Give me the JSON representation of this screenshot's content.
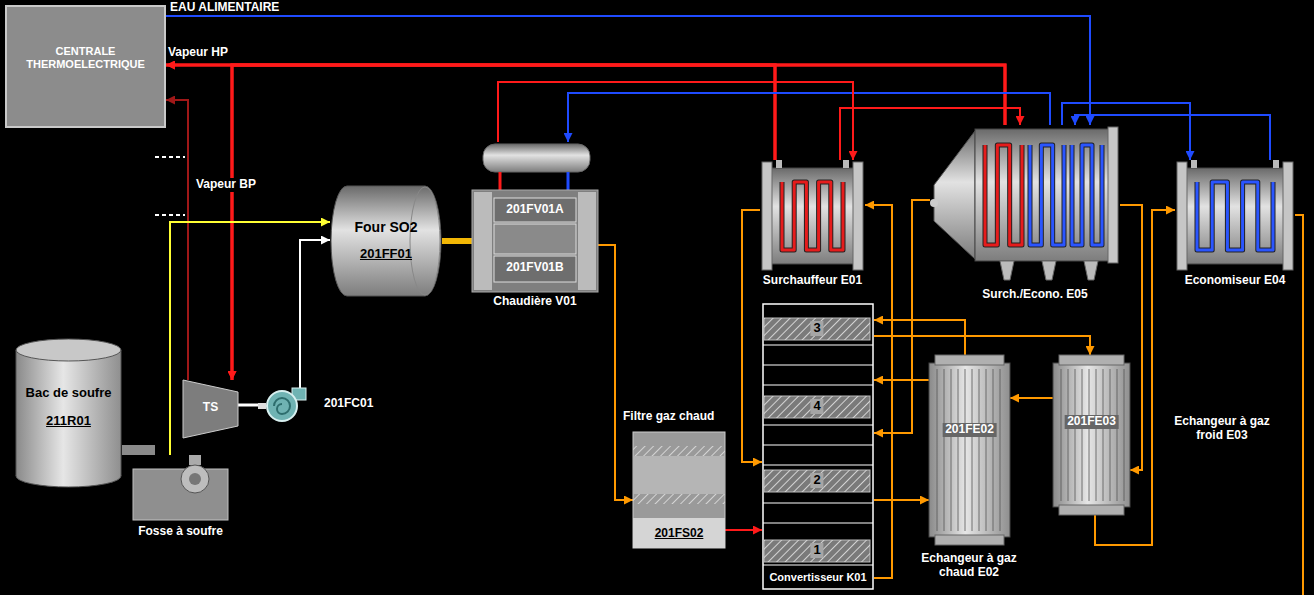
{
  "diagram": {
    "nodes": [
      {
        "text": [
          "CENTRALE THERMOELECTRIQUE"
        ]
      },
      {
        "text": [
          "Four SO2",
          "201FF01"
        ]
      },
      {
        "text": [
          "201FV01A",
          "201FV01B",
          "Chaudière V01"
        ]
      },
      {
        "text": [
          "Surchauffeur E01"
        ]
      },
      {
        "text": [
          "Surch./Econo. E05"
        ]
      },
      {
        "text": [
          "Economiseur E04"
        ]
      },
      {
        "text": [
          "Bac de soufre",
          "211R01"
        ]
      },
      {
        "text": [
          "Fosse à soufre"
        ]
      },
      {
        "text": [
          "TS"
        ]
      },
      {
        "text": [
          "201FC01"
        ]
      },
      {
        "text": [
          "Filtre gaz chaud",
          "201FS02"
        ]
      },
      {
        "text": [
          "Convertisseur K01"
        ]
      },
      {
        "text": [
          "3"
        ],
        "in": 11
      },
      {
        "text": [
          "4"
        ],
        "in": 11
      },
      {
        "text": [
          "2"
        ],
        "in": 11
      },
      {
        "text": [
          "1"
        ],
        "in": 11
      },
      {
        "text": [
          "201FE02",
          "Echangeur à gaz chaud E02"
        ]
      },
      {
        "text": [
          "201FE03",
          "Echangeur à gaz froid E03"
        ]
      }
    ],
    "edges": [
      {
        "from": 0,
        "to": 4,
        "arrow": "to",
        "label": "EAU ALIMENTAIRE"
      },
      {
        "from": 3,
        "to": 0,
        "arrow": "to",
        "label": "Vapeur HP"
      },
      {
        "from": 4,
        "to": 0,
        "arrow": "to"
      },
      {
        "from": 3,
        "to": 8,
        "arrow": "to"
      },
      {
        "from": 4,
        "to": 8,
        "arrow": "to"
      },
      {
        "from": 8,
        "to": 0,
        "arrow": "to",
        "label": "Vapeur BP"
      },
      {
        "from": 8,
        "to": 9,
        "arrow": "none"
      },
      {
        "from": 9,
        "to": 1,
        "arrow": "to"
      },
      {
        "from": 6,
        "to": 7,
        "arrow": "none"
      },
      {
        "from": 7,
        "to": 1,
        "arrow": "to"
      },
      {
        "from": 1,
        "to": 2,
        "arrow": "none"
      },
      {
        "from": 2,
        "to": 10,
        "arrow": "to"
      },
      {
        "from": 10,
        "to": 11,
        "arrow": "to"
      },
      {
        "from": 4,
        "to": 2,
        "arrow": "to"
      },
      {
        "from": 2,
        "to": 3,
        "arrow": "to"
      },
      {
        "from": 3,
        "to": 4,
        "arrow": "to"
      },
      {
        "from": 4,
        "to": 5,
        "arrow": "to"
      },
      {
        "from": 5,
        "to": 4,
        "arrow": "to"
      },
      {
        "from": 3,
        "to": 11,
        "arrow": "to"
      },
      {
        "from": 11,
        "to": 3,
        "arrow": "to"
      },
      {
        "from": 4,
        "to": 11,
        "arrow": "to"
      },
      {
        "from": 16,
        "to": 11,
        "arrow": "to"
      },
      {
        "from": 11,
        "to": 17,
        "arrow": "to"
      },
      {
        "from": 17,
        "to": 16,
        "arrow": "to"
      },
      {
        "from": 11,
        "to": 16,
        "arrow": "to"
      },
      {
        "from": 16,
        "to": 11,
        "arrow": "to"
      },
      {
        "from": 4,
        "to": 17,
        "arrow": "to"
      },
      {
        "from": 17,
        "to": 5,
        "arrow": "to"
      }
    ]
  }
}
